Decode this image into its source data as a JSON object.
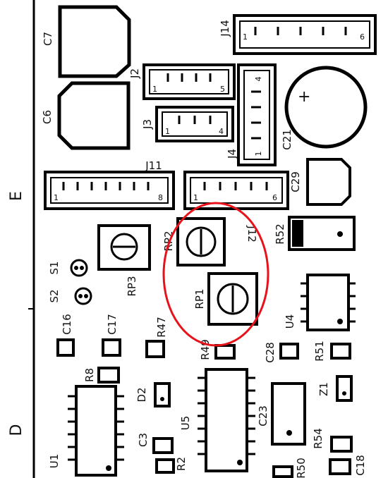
{
  "edge_labels": {
    "zone_e": "E",
    "zone_d": "D"
  },
  "components": {
    "c7": "C7",
    "c6": "C6",
    "j14": "J14",
    "j2": "J2",
    "j3": "J3",
    "j4": "J4",
    "c21": "C21",
    "c29": "C29",
    "j11": "J11",
    "j12": "J12",
    "r52": "R52",
    "rp3": "RP3",
    "rp2": "RP2",
    "rp1": "RP1",
    "s1": "S1",
    "s2": "S2",
    "c16": "C16",
    "c17": "C17",
    "r47": "R47",
    "r49": "R49",
    "c28": "C28",
    "r51": "R51",
    "u4": "U4",
    "r8": "R8",
    "d2": "D2",
    "z1": "Z1",
    "u5": "U5",
    "c23": "C23",
    "c3": "C3",
    "r2": "R2",
    "u1": "U1",
    "r54": "R54",
    "c18": "C18",
    "r50": "R50"
  },
  "pins": {
    "j14_first": "1",
    "j14_last": "6",
    "j2_first": "1",
    "j2_last": "5",
    "j3_first": "1",
    "j3_last": "4",
    "j4_first": "1",
    "j4_last": "4",
    "j11_first": "1",
    "j11_last": "8",
    "j12_first": "1",
    "j12_last": "6"
  },
  "polarity": {
    "c21_plus": "+"
  },
  "annotation": {
    "color": "#e8121b"
  },
  "ink": "#000000"
}
